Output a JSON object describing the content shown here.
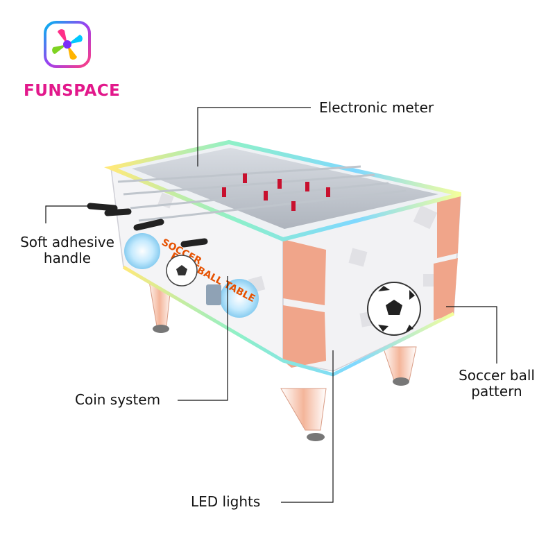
{
  "brand": {
    "name": "FUNSPACE",
    "color": "#e2188b"
  },
  "product": {
    "table_print_1": "SOCCER",
    "table_print_2": "FOOTBALL TABLE"
  },
  "callouts": {
    "electronic_meter": "Electronic meter",
    "handle_line1": "Soft adhesive",
    "handle_line2": "handle",
    "coin_system": "Coin system",
    "ball_line1": "Soccer ball",
    "ball_line2": "pattern",
    "led_lights": "LED lights"
  },
  "colors": {
    "panel_accent": "#f0a58a",
    "led_glow": "#7fe8d8",
    "cabinet": "#f4f4f6"
  }
}
